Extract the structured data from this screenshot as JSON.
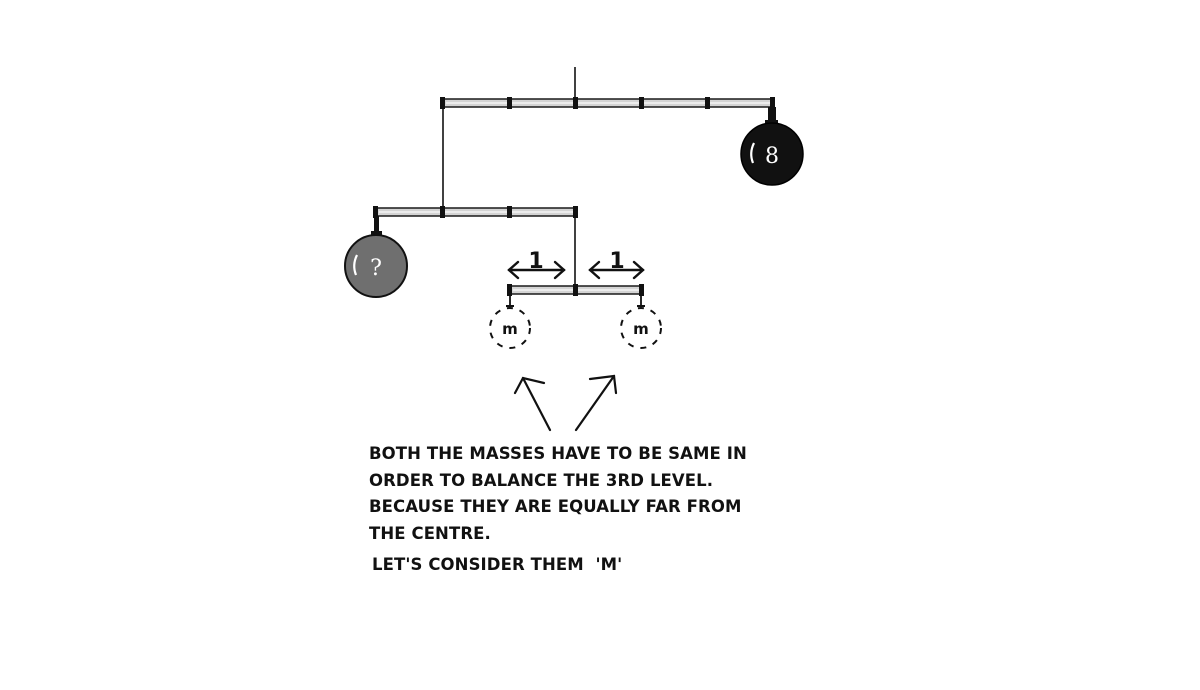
{
  "mobile": {
    "top_mass_label": "8",
    "unknown_mass_label": "?",
    "small_mass_left_label": "m",
    "small_mass_right_label": "m",
    "distance_left_label": "1",
    "distance_right_label": "1",
    "colors": {
      "rod": "#d4d4d4",
      "rod_outline": "#1a1a1a",
      "heavy_mass": "#111111",
      "unknown_mass": "#6f6f6f",
      "ink": "#111111"
    }
  },
  "explanation": {
    "lines": [
      "BOTH THE MASSES HAVE TO BE SAME IN",
      "ORDER TO BALANCE THE 3RD LEVEL.",
      "BECAUSE THEY ARE EQUALLY FAR FROM",
      "THE CENTRE."
    ],
    "consider": "LET'S CONSIDER THEM  'M'"
  }
}
